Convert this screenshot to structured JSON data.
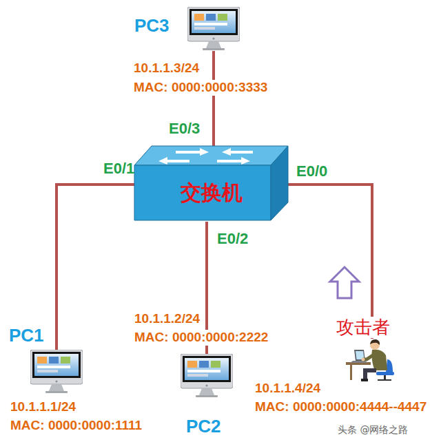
{
  "diagram": {
    "nodes": [
      {
        "text": [
          "PC3",
          "10.1.1.3/24",
          "MAC: 0000:0000:3333"
        ]
      },
      {
        "text": [
          "交换机"
        ]
      },
      {
        "text": [
          "PC1",
          "10.1.1.1/24",
          "MAC: 0000:0000:1111"
        ]
      },
      {
        "text": [
          "PC2",
          "10.1.1.2/24",
          "MAC: 0000:0000:2222"
        ]
      },
      {
        "text": [
          "攻击者",
          "10.1.1.4/24",
          "MAC: 0000:0000:4444--4447"
        ]
      }
    ],
    "edges": [
      {
        "from": 1,
        "to": 0,
        "arrow": "none",
        "label": "E0/3"
      },
      {
        "from": 1,
        "to": 2,
        "arrow": "none",
        "label": "E0/1"
      },
      {
        "from": 1,
        "to": 3,
        "arrow": "none",
        "label": "E0/2"
      },
      {
        "from": 1,
        "to": 4,
        "arrow": "none",
        "label": "E0/0"
      }
    ],
    "labels": [
      "头条 @网络之路"
    ]
  }
}
